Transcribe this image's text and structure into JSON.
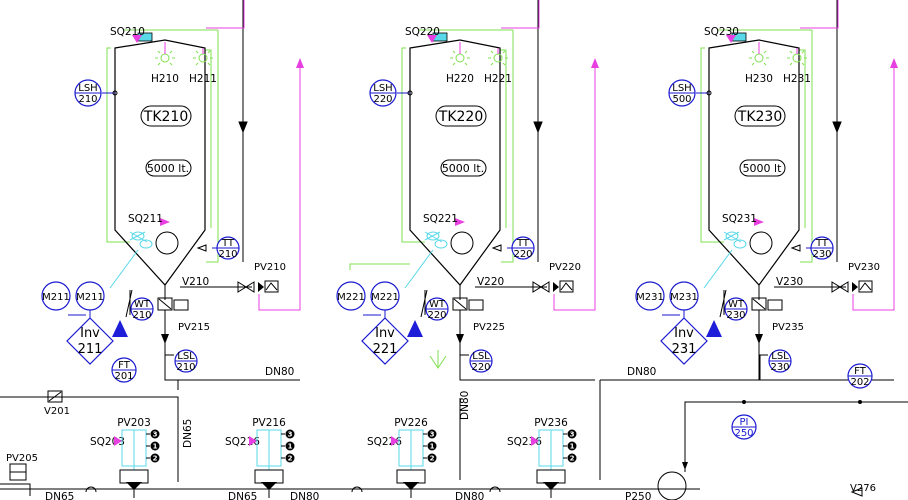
{
  "colors": {
    "pipe": "#000000",
    "instrument": "#1a1ad0",
    "drain": "#e83fe0",
    "heater": "#7fe04f",
    "cip": "#58d8e8",
    "valve_actuator": "#1e1ed8"
  },
  "tanks": [
    {
      "tank": "TK210",
      "capacity": "5000 lt.",
      "level_high": [
        "LSH",
        "210"
      ],
      "level_low": [
        "LSL",
        "210"
      ],
      "temp": [
        "TT",
        "210"
      ],
      "weight": [
        "WT",
        "210"
      ],
      "sensor_top": "SQ210",
      "sensor_bottom": "SQ211",
      "heaters": [
        "H210",
        "H211"
      ],
      "mixer_a": "M211",
      "mixer_b": "M211",
      "inverter": [
        "Inv",
        "211"
      ],
      "outlet_valve": "V210",
      "drain_valve": "PV210",
      "outlet_pv": "PV215"
    },
    {
      "tank": "TK220",
      "capacity": "5000 lt.",
      "level_high": [
        "LSH",
        "220"
      ],
      "level_low": [
        "LSL",
        "220"
      ],
      "temp": [
        "TT",
        "220"
      ],
      "weight": [
        "WT",
        "220"
      ],
      "sensor_top": "SQ220",
      "sensor_bottom": "SQ221",
      "heaters": [
        "H220",
        "H221"
      ],
      "mixer_a": "M221",
      "mixer_b": "M221",
      "inverter": [
        "Inv",
        "221"
      ],
      "outlet_valve": "V220",
      "drain_valve": "PV220",
      "outlet_pv": "PV225"
    },
    {
      "tank": "TK230",
      "capacity": "5000 lt",
      "level_high": [
        "LSH",
        "500"
      ],
      "level_low": [
        "LSL",
        "230"
      ],
      "temp": [
        "TT",
        "230"
      ],
      "weight": [
        "WT",
        "230"
      ],
      "sensor_top": "SQ230",
      "sensor_bottom": "SQ231",
      "heaters": [
        "H230",
        "H231"
      ],
      "mixer_a": "M231",
      "mixer_b": "M231",
      "inverter": [
        "Inv",
        "231"
      ],
      "outlet_valve": "V230",
      "drain_valve": "PV230",
      "outlet_pv": "PV235"
    }
  ],
  "valve_blocks": [
    {
      "valve": "PV203",
      "sensor": "SQ203"
    },
    {
      "valve": "PV216",
      "sensor": "SQ216"
    },
    {
      "valve": "PV226",
      "sensor": "SQ226"
    },
    {
      "valve": "PV236",
      "sensor": "SQ236"
    }
  ],
  "positions": [
    "3",
    "1",
    "2"
  ],
  "flow": {
    "ft201": [
      "FT",
      "201"
    ],
    "ft202": [
      "FT",
      "202"
    ],
    "pi250": [
      "PI",
      "250"
    ]
  },
  "pipe_labels": {
    "dn80_a": "DN80",
    "dn80_b": "DN80",
    "dn80_vertical": "DN80",
    "dn65_vertical": "DN65",
    "dn65_bottom_a": "DN65",
    "dn65_bottom_b": "DN65",
    "dn80_bottom_a": "DN80",
    "dn80_bottom_b": "DN80",
    "p250": "P250"
  },
  "valves": {
    "v201": "V201",
    "pv205": "PV205",
    "v276": "V276"
  }
}
